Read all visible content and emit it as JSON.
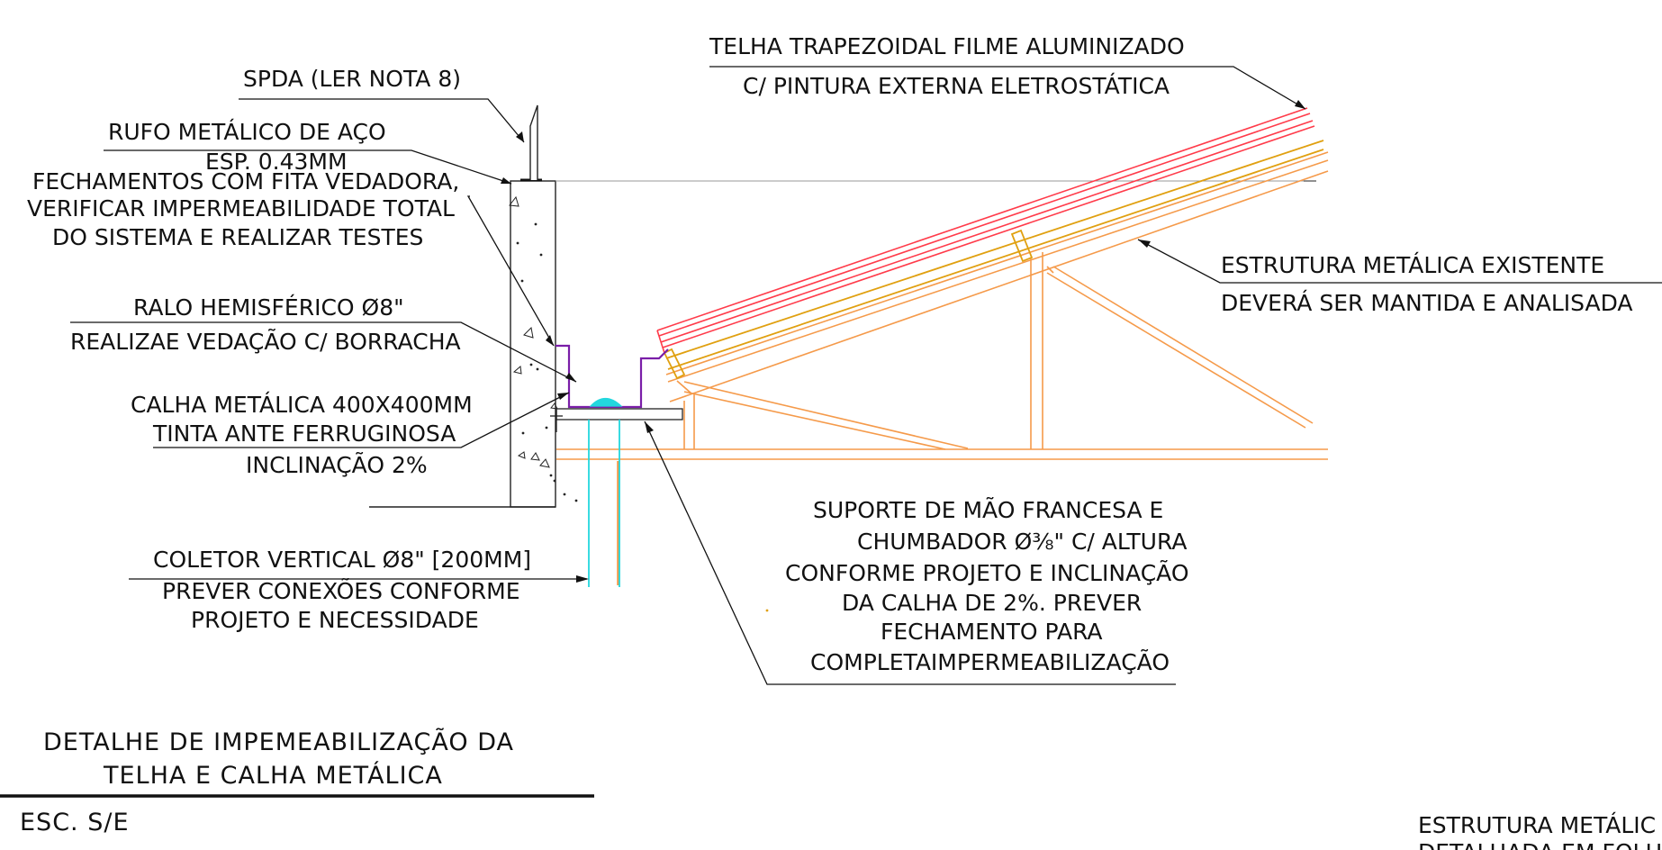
{
  "colors": {
    "tile": "#ff3b4a",
    "purlin": "#e0a010",
    "truss": "#f59a4a",
    "gutter": "#7a1ea8",
    "pipe": "#23d7de",
    "ink": "#111111"
  },
  "labels": {
    "spda": "SPDA (LER NOTA 8)",
    "rufo_1": "RUFO METÁLICO DE AÇO",
    "rufo_2": "ESP. 0.43MM",
    "fech_1": "FECHAMENTOS COM FITA VEDADORA,",
    "fech_2": "VERIFICAR IMPERMEABILIDADE TOTAL",
    "fech_3": "DO SISTEMA E REALIZAR TESTES",
    "ralo_1": "RALO HEMISFÉRICO Ø8\"",
    "ralo_2": "REALIZAE VEDAÇÃO C/ BORRACHA",
    "calha_1": "CALHA METÁLICA 400X400MM",
    "calha_2": "TINTA ANTE FERRUGINOSA",
    "calha_3": "INCLINAÇÃO 2%",
    "coletor_1": "COLETOR VERTICAL Ø8\" [200MM]",
    "coletor_2": "PREVER CONEXÕES CONFORME",
    "coletor_3": "PROJETO E NECESSIDADE",
    "telha_1": "TELHA TRAPEZOIDAL FILME ALUMINIZADO",
    "telha_2": "C/ PINTURA EXTERNA ELETROSTÁTICA",
    "estr_1": "ESTRUTURA METÁLICA EXISTENTE",
    "estr_2": "DEVERÁ SER MANTIDA E ANALISADA",
    "sup_1": "SUPORTE DE MÃO FRANCESA E",
    "sup_2": "CHUMBADOR Ø⅜\" C/ ALTURA",
    "sup_3": "CONFORME PROJETO E INCLINAÇÃO",
    "sup_4": "DA CALHA DE 2%. PREVER",
    "sup_5": "FECHAMENTO PARA",
    "sup_6": "COMPLETAIMPERMEABILIZAÇÃO",
    "corner_1": "ESTRUTURA METÁLIC",
    "corner_2": "DETALHADA EM FOLH"
  },
  "title_block": {
    "title_1": "DETALHE DE IMPEMEABILIZAÇÃO DA",
    "title_2": "TELHA E CALHA METÁLICA",
    "scale": "ESC. S/E"
  }
}
